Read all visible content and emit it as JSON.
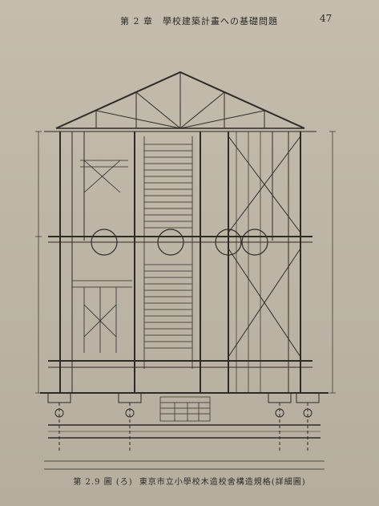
{
  "running_head": {
    "chapter_title": "第 2 章　學校建築計畫への基礎問題",
    "page_number": "47"
  },
  "figure": {
    "caption_number": "第 2.9 圖 (ろ)",
    "caption_title": "東京市立小學校木造校舍構造規格(詳細圖)"
  },
  "colors": {
    "paper": "#c4bdad",
    "ink": "#2b2925"
  }
}
